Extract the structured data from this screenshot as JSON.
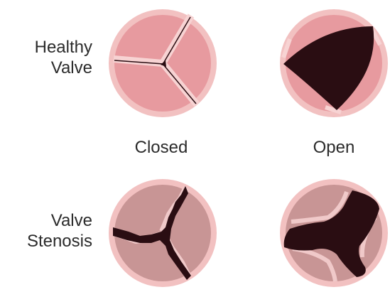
{
  "row_labels": {
    "healthy": [
      "Healthy",
      "Valve"
    ],
    "stenosis": [
      "Valve",
      "Stenosis"
    ]
  },
  "column_labels": {
    "closed": "Closed",
    "open": "Open"
  },
  "colors": {
    "ring": "#f2c1c1",
    "healthy_leaflet": "#e79a9f",
    "stenosis_leaflet": "#c89595",
    "gap": "#2a0d12",
    "seam": "#f7d3d3"
  }
}
